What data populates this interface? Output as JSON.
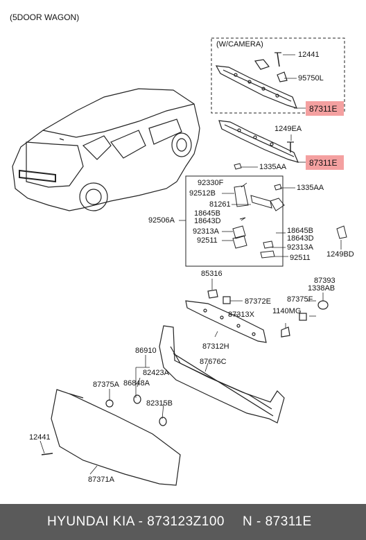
{
  "title": "(5DOOR WAGON)",
  "camera_box_label": "(W/CAMERA)",
  "parts": {
    "p12441_top": "12441",
    "p95750L": "95750L",
    "p87311E_a": "87311E",
    "p1249EA": "1249EA",
    "p87311E_b": "87311E",
    "p1335AA_a": "1335AA",
    "p1335AA_b": "1335AA",
    "p92330F": "92330F",
    "p92512B": "92512B",
    "p81261": "81261",
    "p18645B_a": "18645B",
    "p18643D_a": "18643D",
    "p92506A": "92506A",
    "p18645B_b": "18645B",
    "p18643D_b": "18643D",
    "p92313A_a": "92313A",
    "p92511_a": "92511",
    "p92313A_b": "92313A",
    "p92511_b": "92511",
    "p1249BD": "1249BD",
    "p85316": "85316",
    "p87393": "87393",
    "p1338AB": "1338AB",
    "p87372E": "87372E",
    "p87375F": "87375F",
    "p87313X": "87313X",
    "p1140MG": "1140MG",
    "p87312H": "87312H",
    "p86910": "86910",
    "p87676C": "87676C",
    "p82423A": "82423A",
    "p87375A": "87375A",
    "p86848A": "86848A",
    "p82315B": "82315B",
    "p12441_bot": "12441",
    "p87371A": "87371A"
  },
  "highlight_color": "#f4a0a0",
  "footer": {
    "left": "HYUNDAI  KIA - 873123Z100",
    "right": "N - 87311E"
  }
}
